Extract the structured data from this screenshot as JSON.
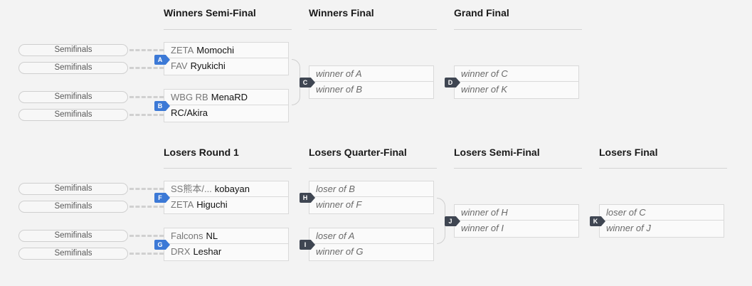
{
  "rounds": {
    "wsf": "Winners Semi-Final",
    "wf": "Winners Final",
    "gf": "Grand Final",
    "lr1": "Losers Round 1",
    "lqf": "Losers Quarter-Final",
    "lsf": "Losers Semi-Final",
    "lf": "Losers Final"
  },
  "source_label": "Semifinals",
  "matches": {
    "A": {
      "label": "A",
      "top": {
        "prefix": "ZETA",
        "name": "Momochi"
      },
      "bottom": {
        "prefix": "FAV",
        "name": "Ryukichi"
      }
    },
    "B": {
      "label": "B",
      "top": {
        "prefix": "WBG RB",
        "name": "MenaRD"
      },
      "bottom": {
        "prefix": "",
        "name": "RC/Akira"
      }
    },
    "C": {
      "label": "C",
      "top": "winner of A",
      "bottom": "winner of B"
    },
    "D": {
      "label": "D",
      "top": "winner of C",
      "bottom": "winner of K"
    },
    "F": {
      "label": "F",
      "top": {
        "prefix": "SS熊本/...",
        "name": "kobayan"
      },
      "bottom": {
        "prefix": "ZETA",
        "name": "Higuchi"
      }
    },
    "G": {
      "label": "G",
      "top": {
        "prefix": "Falcons",
        "name": "NL"
      },
      "bottom": {
        "prefix": "DRX",
        "name": "Leshar"
      }
    },
    "H": {
      "label": "H",
      "top": "loser of B",
      "bottom": "winner of F"
    },
    "I": {
      "label": "I",
      "top": "loser of A",
      "bottom": "winner of G"
    },
    "J": {
      "label": "J",
      "top": "winner of H",
      "bottom": "winner of I"
    },
    "K": {
      "label": "K",
      "top": "loser of C",
      "bottom": "winner of J"
    }
  },
  "colors": {
    "badge_winners": "#3c79d6",
    "badge_other": "#3f4652"
  }
}
